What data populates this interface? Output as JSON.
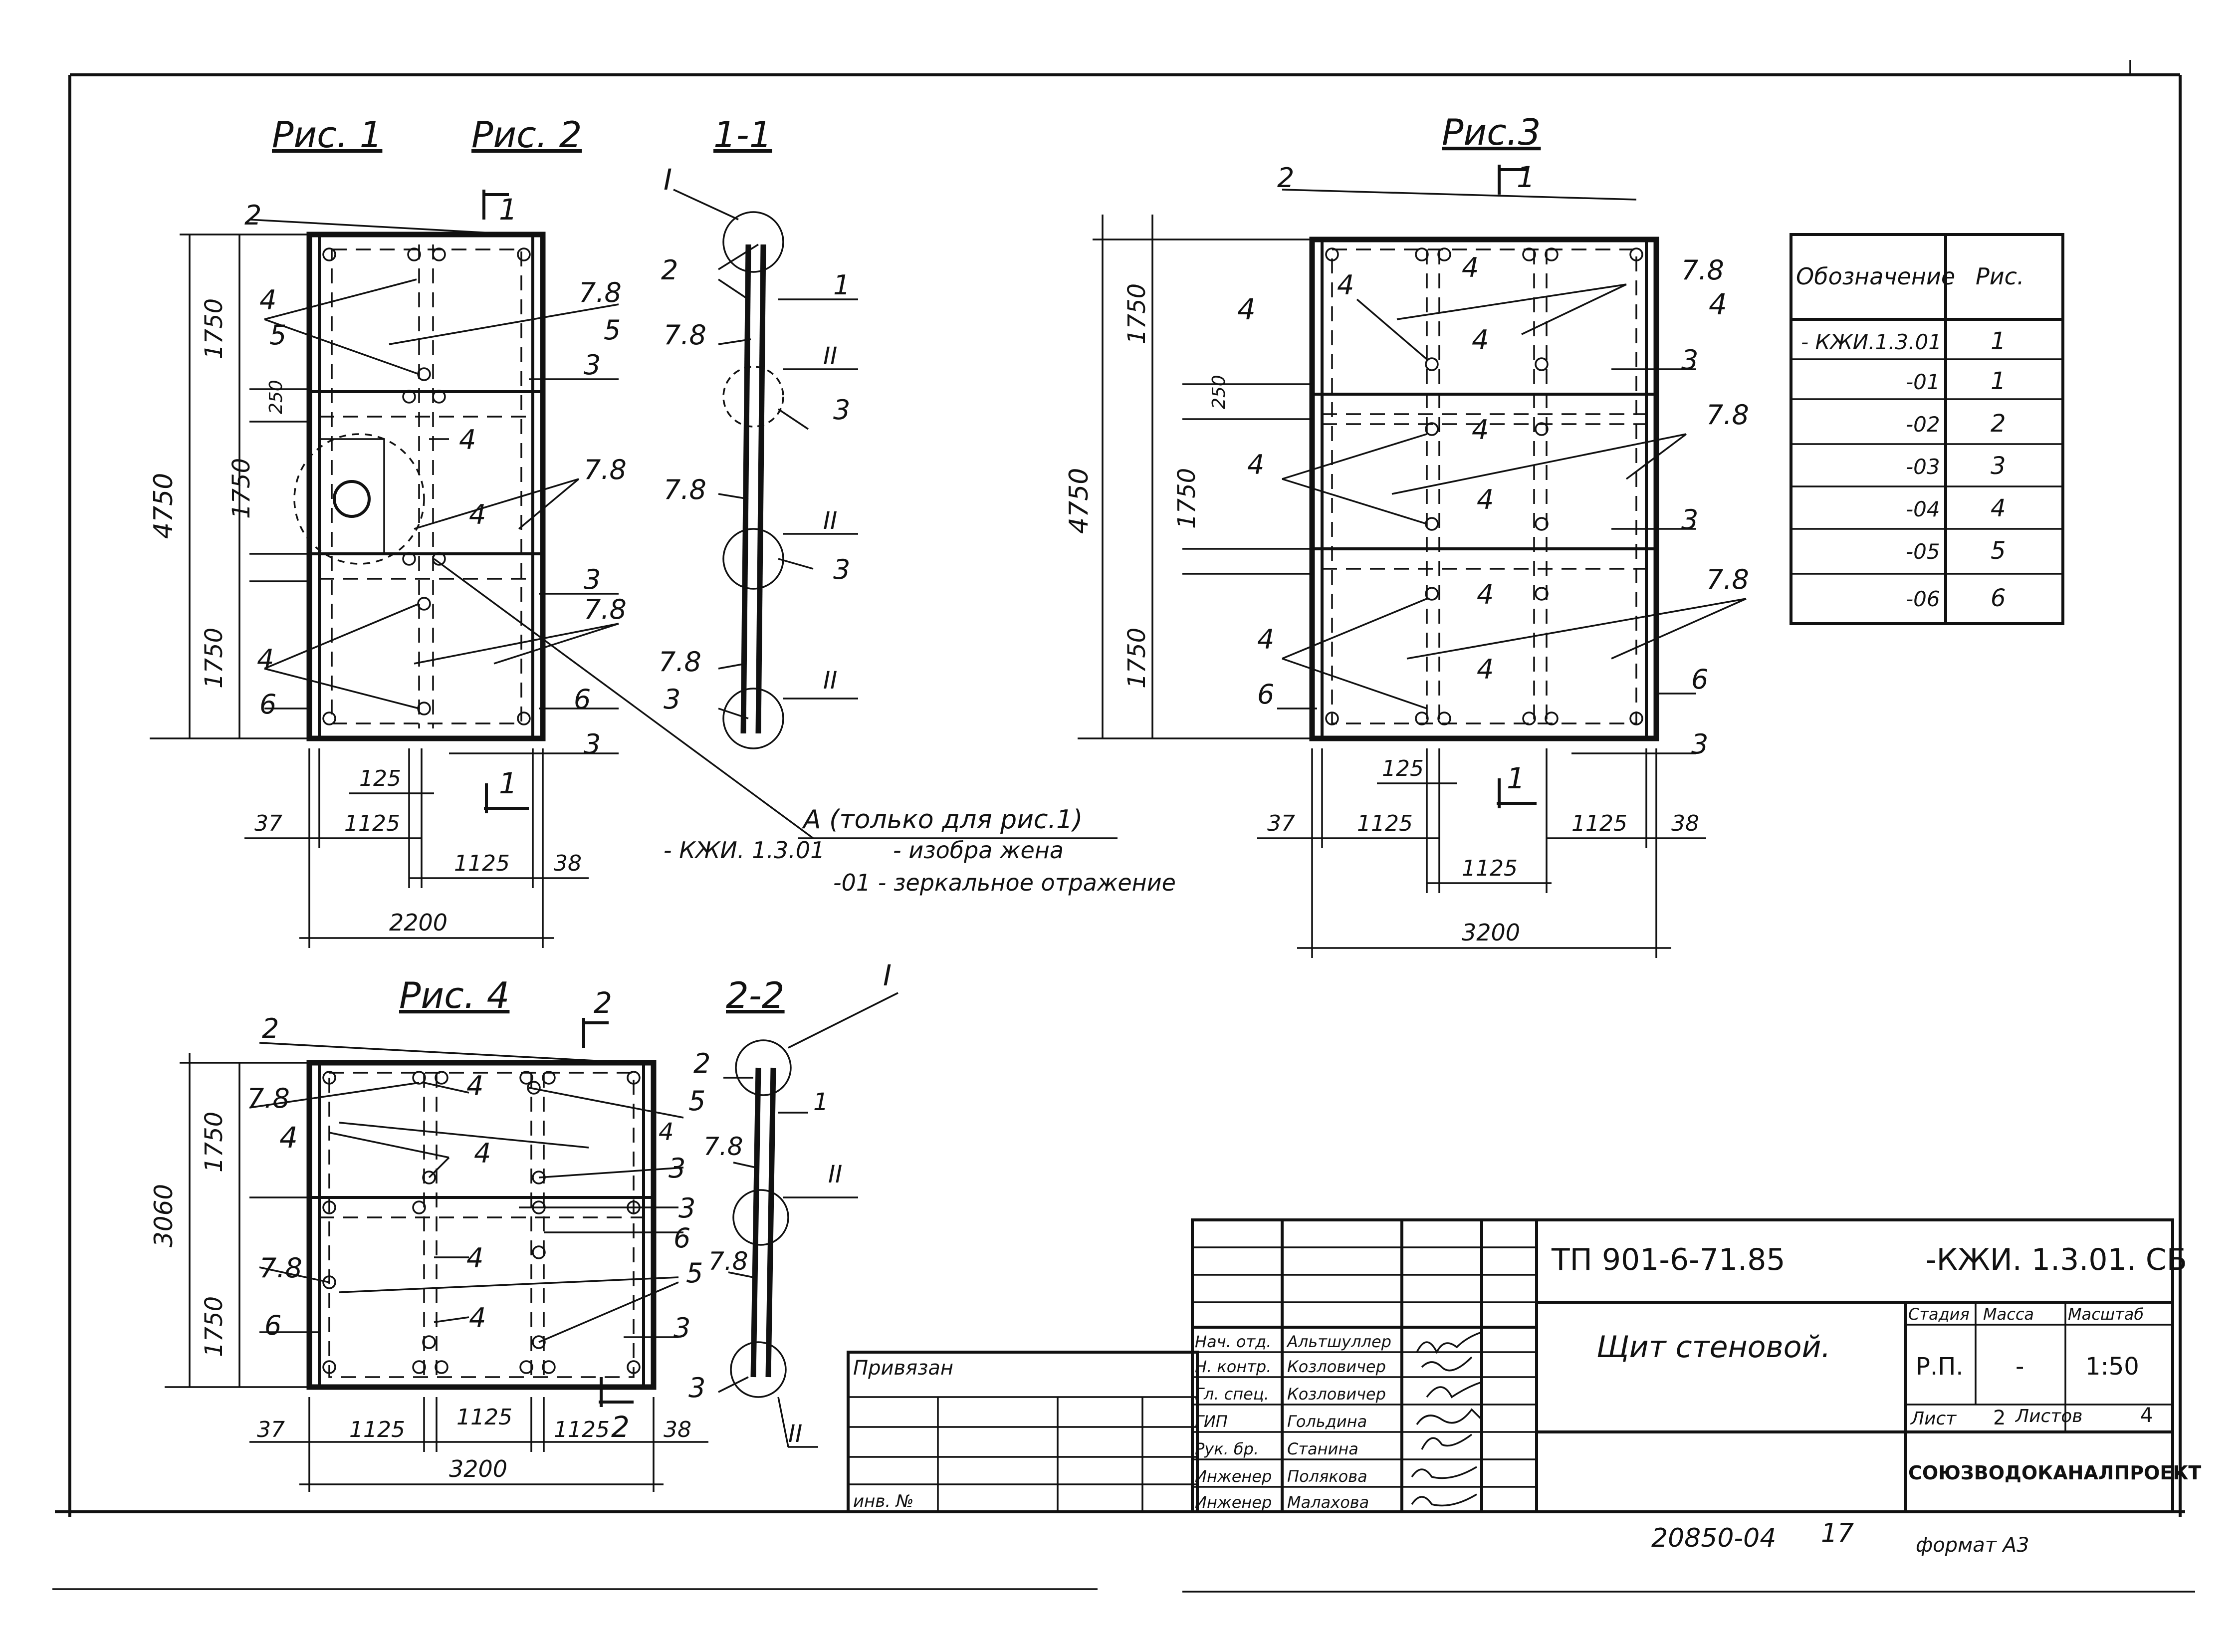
{
  "figures": {
    "fig1": "Рис. 1",
    "fig2": "Рис. 2",
    "fig3": "Рис.3",
    "fig4": "Рис. 4",
    "sec11": "1-1",
    "sec22": "2-2"
  },
  "dims": {
    "d1750": "1750",
    "d250": "250",
    "d4750": "4750",
    "d3060": "3060",
    "d125": "125",
    "d1125": "1125",
    "d37": "37",
    "d38": "38",
    "d2200": "2200",
    "d3200": "3200"
  },
  "marks": {
    "m1": "1",
    "m2": "2",
    "m3": "3",
    "m4": "4",
    "m5": "5",
    "m6": "6",
    "m78": "7.8",
    "rI": "I",
    "rII": "II",
    "cut1": "1",
    "cut2": "2",
    "cut4": "4",
    "cut5": "5"
  },
  "note": {
    "a": "А (только для рис.1)",
    "l1a": "- КЖИ. 1.3.01",
    "l1b": "- изобра жена",
    "l2": "-01 - зеркальное отражение"
  },
  "spec_table": {
    "headers": [
      "Обозначение",
      "Рис."
    ],
    "rows": [
      [
        "- КЖИ.1.3.01",
        "1"
      ],
      [
        "-01",
        "1"
      ],
      [
        "-02",
        "2"
      ],
      [
        "-03",
        "3"
      ],
      [
        "-04",
        "4"
      ],
      [
        "-05",
        "5"
      ],
      [
        "-06",
        "6"
      ]
    ]
  },
  "title_block": {
    "privyazan": "Привязан",
    "inv": "инв. №",
    "project_code": "ТП 901-6-71.85",
    "doc_code": "-КЖИ. 1.3.01. СБ",
    "title": "Щит стеновой.",
    "stage_h": "Стадия",
    "mass_h": "Масса",
    "scale_h": "Масштаб",
    "stage": "Р.П.",
    "mass": "-",
    "scale": "1:50",
    "sheet_h": "Лист",
    "sheet": "2",
    "sheets_h": "Листов",
    "sheets": "4",
    "org": "СОЮЗВОДОКАНАЛПРОЕКТ",
    "staff": [
      [
        "Нач. отд.",
        "Альтшуллер"
      ],
      [
        "Н. контр.",
        "Козловичер"
      ],
      [
        "Гл. спец.",
        "Козловичер"
      ],
      [
        "ГИП",
        "Гольдина"
      ],
      [
        "Рук. бр.",
        "Станина"
      ],
      [
        "Инженер",
        "Полякова"
      ],
      [
        "Инженер",
        "Малахова"
      ]
    ]
  },
  "footer": {
    "number": "20850-04",
    "page": "17",
    "format": "формат А3"
  }
}
